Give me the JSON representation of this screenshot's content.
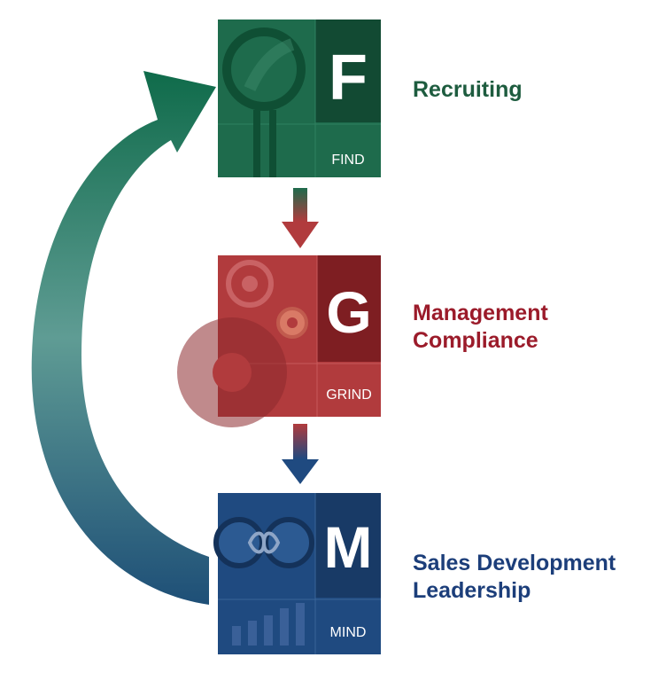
{
  "colors": {
    "find": "#1e6b4c",
    "find_dark": "#124a33",
    "find_label": "#1e5c3f",
    "grind": "#b13b3d",
    "grind_dark": "#7e1e22",
    "grind_label": "#9b1b2a",
    "mind": "#1f4a80",
    "mind_dark": "#183a66",
    "mind_label": "#1c3e7a",
    "cycle_top": "#0f6b4a",
    "cycle_mid": "#5f9c94",
    "cycle_bottom": "#1e4f77"
  },
  "steps": [
    {
      "key": "find",
      "letter": "F",
      "word": "FIND",
      "label_lines": [
        "Recruiting"
      ],
      "icon": "magnifier-icon"
    },
    {
      "key": "grind",
      "letter": "G",
      "word": "GRIND",
      "label_lines": [
        "Management",
        "Compliance"
      ],
      "icon": "gears-icon"
    },
    {
      "key": "mind",
      "letter": "M",
      "word": "MIND",
      "label_lines": [
        "Sales Development",
        "Leadership"
      ],
      "icon": "infinity-chart-icon"
    }
  ]
}
